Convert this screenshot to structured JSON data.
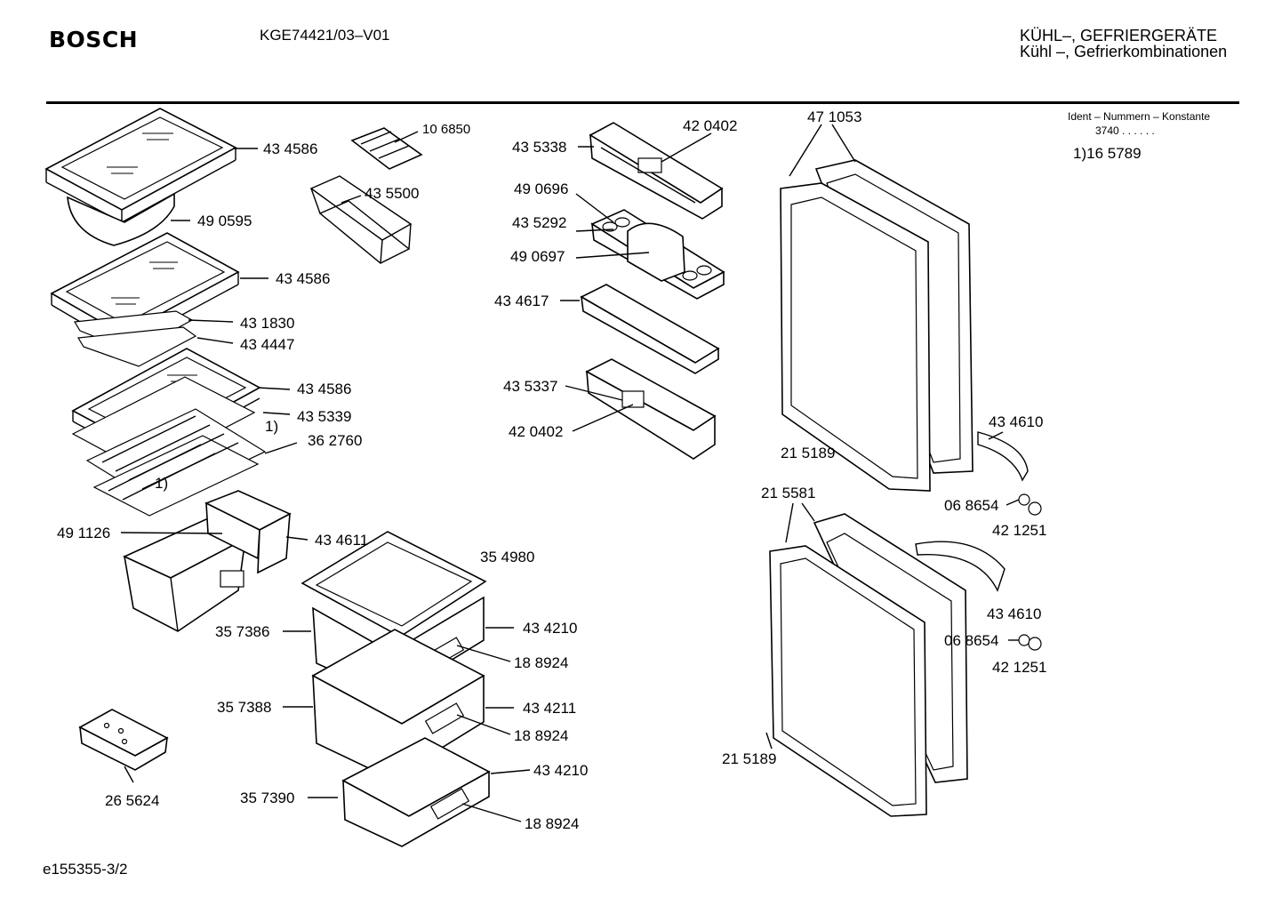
{
  "header": {
    "brand": "BOSCH",
    "model": "KGE74421/03–V01",
    "category_line1": "KÜHL–, GEFRIERGERÄTE",
    "category_line2": "Kühl –, Gefrierkombinationen"
  },
  "ident": {
    "title": "Ident – Nummern – Konstante",
    "value": "3740  .  .    .  .  .  .",
    "reference": "1)16 5789"
  },
  "footer": {
    "doc_id": "e155355-3/2"
  },
  "labels": {
    "l01": "43 4586",
    "l02": "10 6850",
    "l03": "43 5500",
    "l04": "49 0595",
    "l05": "43 4586",
    "l06": "43 1830",
    "l07": "43 4447",
    "l08": "43 4586",
    "l09": "43 5339",
    "l10": "1)",
    "l11": "36 2760",
    "l12": "1)",
    "l13": "49 1126",
    "l14": "43 4611",
    "l15": "42 0402",
    "l16": "43 5338",
    "l17": "49 0696",
    "l18": "43 5292",
    "l19": "49 0697",
    "l20": "43 4617",
    "l21": "43 5337",
    "l22": "42 0402",
    "l23": "47 1053",
    "l24": "43 4610",
    "l25": "21 5189",
    "l26": "21 5581",
    "l27": "06 8654",
    "l28": "42 1251",
    "l29": "43 4610",
    "l30": "06 8654",
    "l31": "42 1251",
    "l32": "21 5189",
    "l33": "35 4980",
    "l34": "35 7386",
    "l35": "43 4210",
    "l36": "18 8924",
    "l37": "35 7388",
    "l38": "43 4211",
    "l39": "18 8924",
    "l40": "35 7390",
    "l41": "43 4210",
    "l42": "18 8924",
    "l43": "26 5624"
  }
}
